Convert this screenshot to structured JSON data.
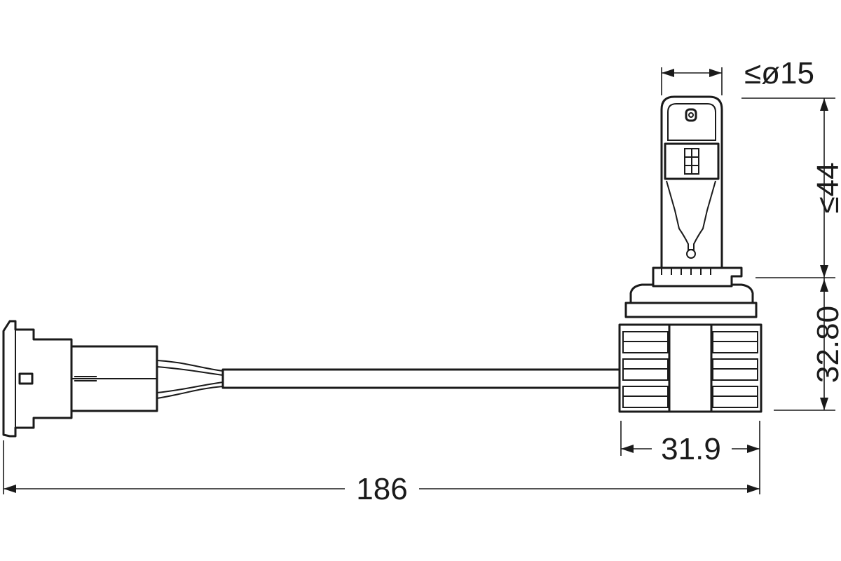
{
  "dimensions": {
    "bulb_diameter": "≤ø15",
    "bulb_height": "≤44",
    "base_height": "32.80",
    "base_width": "31.9",
    "total_length": "186"
  }
}
